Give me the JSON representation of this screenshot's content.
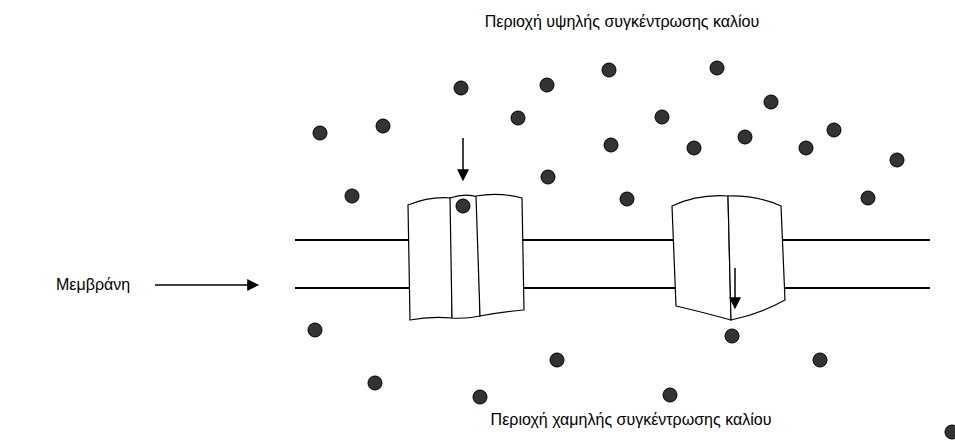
{
  "diagram": {
    "labels": [
      "Περιοχή υψηλής συγκέντρωσης καλίου",
      "Μεμβράνη",
      "Περιοχή χαμηλής συγκέντρωσης καλίου"
    ]
  }
}
